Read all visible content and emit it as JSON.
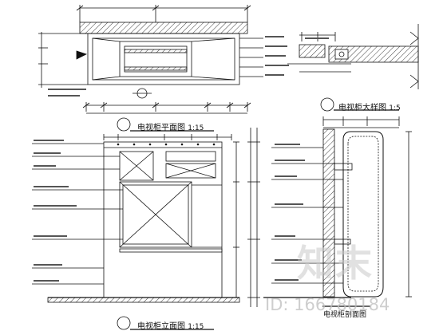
{
  "titles": {
    "plan": "电视柜平面图",
    "plan_scale": "1:15",
    "elevation": "电视柜立面图",
    "elevation_scale": "1:15",
    "detail": "电视柜大样图",
    "detail_scale": "1:5",
    "section": "电视柜剖面图"
  },
  "watermark": {
    "logo": "知末",
    "id": "ID: 166780184"
  },
  "colors": {
    "line": "#111111",
    "watermark": "#c8c8c8"
  }
}
